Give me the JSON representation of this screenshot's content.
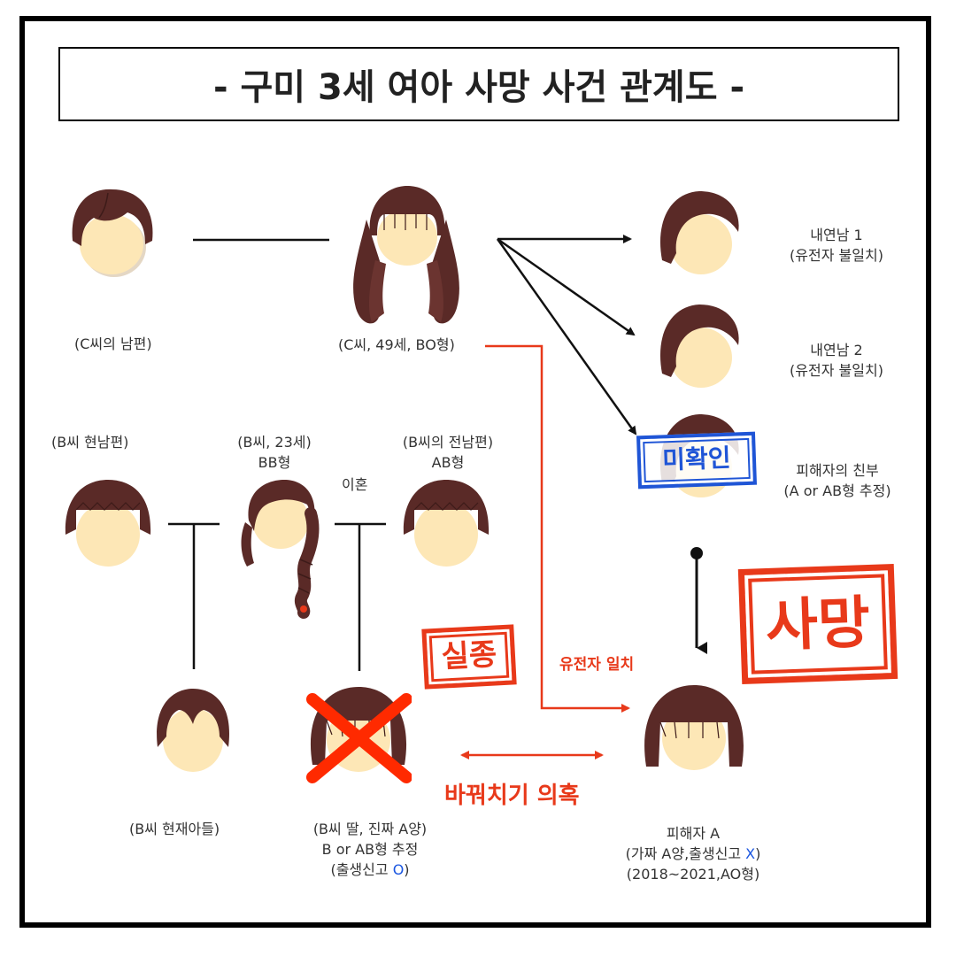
{
  "title": "- 구미 3세 여아 사망 사건 관계도 -",
  "colors": {
    "line": "#111111",
    "red": "#e8391a",
    "blue": "#1f55d6",
    "hair": "#5a2a27",
    "skin": "#fde7b6"
  },
  "people": {
    "c_husband": {
      "label": "(C씨의 남편)"
    },
    "c_woman": {
      "label": "(C씨, 49세, BO형)"
    },
    "lover1": {
      "line1": "내연남 1",
      "line2": "(유전자 불일치)"
    },
    "lover2": {
      "line1": "내연남 2",
      "line2": "(유전자 불일치)"
    },
    "bio_father": {
      "line1": "피해자의 친부",
      "line2": "(A or AB형 추정)"
    },
    "b_current_husband": {
      "label": "(B씨 현남편)"
    },
    "b_woman": {
      "line1": "(B씨, 23세)",
      "line2": "BB형"
    },
    "b_ex_husband": {
      "line1": "(B씨의 전남편)",
      "line2": "AB형"
    },
    "b_son": {
      "label": "(B씨 현재아들)"
    },
    "b_daughter": {
      "line1": "(B씨 딸, 진짜 A양)",
      "line2": "B or AB형 추정",
      "line3_prefix": "(출생신고 ",
      "line3_mark": "O",
      "line3_suffix": ")"
    },
    "victim": {
      "line1": "피해자 A",
      "line2_prefix": "(가짜 A양,출생신고 ",
      "line2_mark": "X",
      "line2_suffix": ")",
      "line3": "(2018~2021,AO형)"
    }
  },
  "annotations": {
    "divorce": "이혼",
    "unconfirmed_stamp": "미확인",
    "missing_stamp": "실종",
    "death_stamp": "사망",
    "dna_match": "유전자 일치",
    "swap_suspicion": "바꿔치기 의혹"
  }
}
